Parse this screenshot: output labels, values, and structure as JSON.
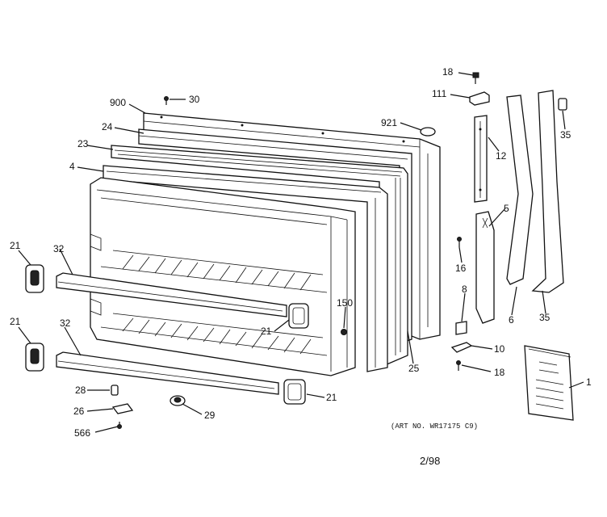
{
  "diagram": {
    "labels": {
      "p18_top": "18",
      "p111": "111",
      "p900": "900",
      "p30": "30",
      "p921": "921",
      "p12": "12",
      "p35_top": "35",
      "p24": "24",
      "p23": "23",
      "p4": "4",
      "p5": "5",
      "p21_left_top": "21",
      "p32_top": "32",
      "p16": "16",
      "p8": "8",
      "p6": "6",
      "p35_bottom": "35",
      "p150": "150",
      "p21_mid": "21",
      "p21_left_bottom": "21",
      "p32_bottom": "32",
      "p10": "10",
      "p25": "25",
      "p18_bottom": "18",
      "p1": "1",
      "p28": "28",
      "p21_bottom": "21",
      "p26": "26",
      "p29": "29",
      "p566": "566"
    },
    "art_number": "(ART NO. WR17175 C9)",
    "date_code": "2/98"
  }
}
